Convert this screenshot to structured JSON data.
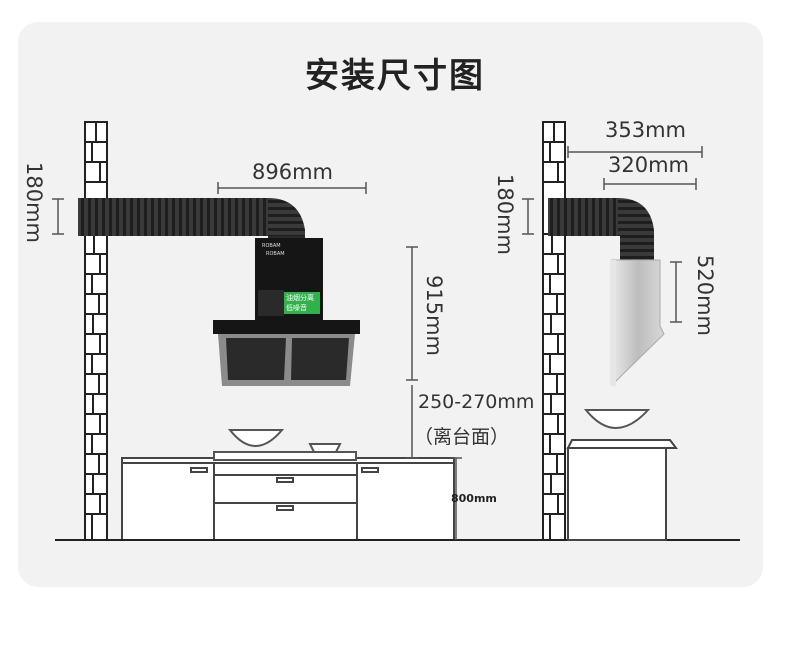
{
  "title": "安装尺寸图",
  "left_view": {
    "duct_length": "896mm",
    "duct_height": "180mm",
    "hood_height": "915mm",
    "clearance": "250-270mm",
    "clearance_note": "（离台面）",
    "counter_height": "800mm"
  },
  "right_view": {
    "depth_outer": "353mm",
    "depth_inner": "320mm",
    "duct_height": "180mm",
    "hood_height": "520mm"
  },
  "product_panel": {
    "brand": "ROBAM",
    "badge_line1": "油烟分离",
    "badge_line2": "低噪音"
  },
  "colors": {
    "card": "#f2f2f2",
    "duct": "#333333",
    "hood_glass": "#151515",
    "badge": "#2db34a",
    "steel": "#c7c7c7"
  }
}
